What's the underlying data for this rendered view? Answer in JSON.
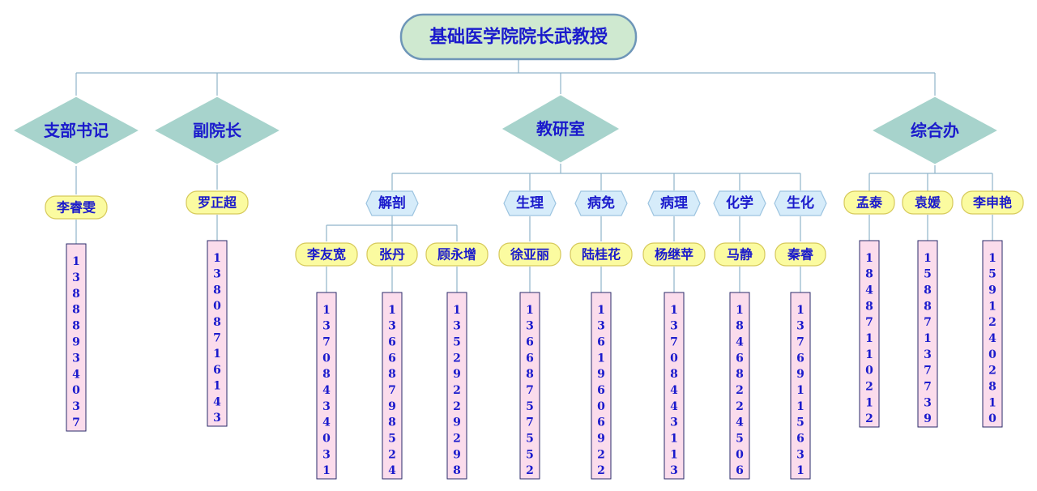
{
  "colors": {
    "line": "#8fb3c9",
    "text": "#1a1acc",
    "root_fill": "#cfe9d0",
    "root_stroke": "#6e96b8",
    "diamond_fill": "#a7d3cc",
    "hex_fill": "#d6ecfa",
    "hex_stroke": "#9cc4e0",
    "name_fill": "#fbfba0",
    "name_stroke": "#d6c95a",
    "phone_fill": "#fbdcec",
    "phone_stroke": "#2a2a6a"
  },
  "root": {
    "label": "基础医学院院长武教授"
  },
  "divisions": [
    {
      "label": "支部书记"
    },
    {
      "label": "副院长"
    },
    {
      "label": "教研室"
    },
    {
      "label": "综合办"
    }
  ],
  "subgroups": [
    {
      "label": "解剖"
    },
    {
      "label": "生理"
    },
    {
      "label": "病免"
    },
    {
      "label": "病理"
    },
    {
      "label": "化学"
    },
    {
      "label": "生化"
    }
  ],
  "people": [
    {
      "name": "李睿雯",
      "phone": "13888934037"
    },
    {
      "name": "罗正超",
      "phone": "13808716143"
    },
    {
      "name": "李友宽",
      "phone": "13708434031"
    },
    {
      "name": "张丹",
      "phone": "13668798524"
    },
    {
      "name": "顾永增",
      "phone": "13529229298"
    },
    {
      "name": "徐亚丽",
      "phone": "13668757552"
    },
    {
      "name": "陆桂花",
      "phone": "13619606922"
    },
    {
      "name": "杨继苹",
      "phone": "13708443113"
    },
    {
      "name": "马静",
      "phone": "18468224506"
    },
    {
      "name": "秦睿",
      "phone": "13769115631"
    },
    {
      "name": "孟泰",
      "phone": "18487110212"
    },
    {
      "name": "袁媛",
      "phone": "15887137739"
    },
    {
      "name": "李申艳",
      "phone": "15912402810"
    }
  ]
}
